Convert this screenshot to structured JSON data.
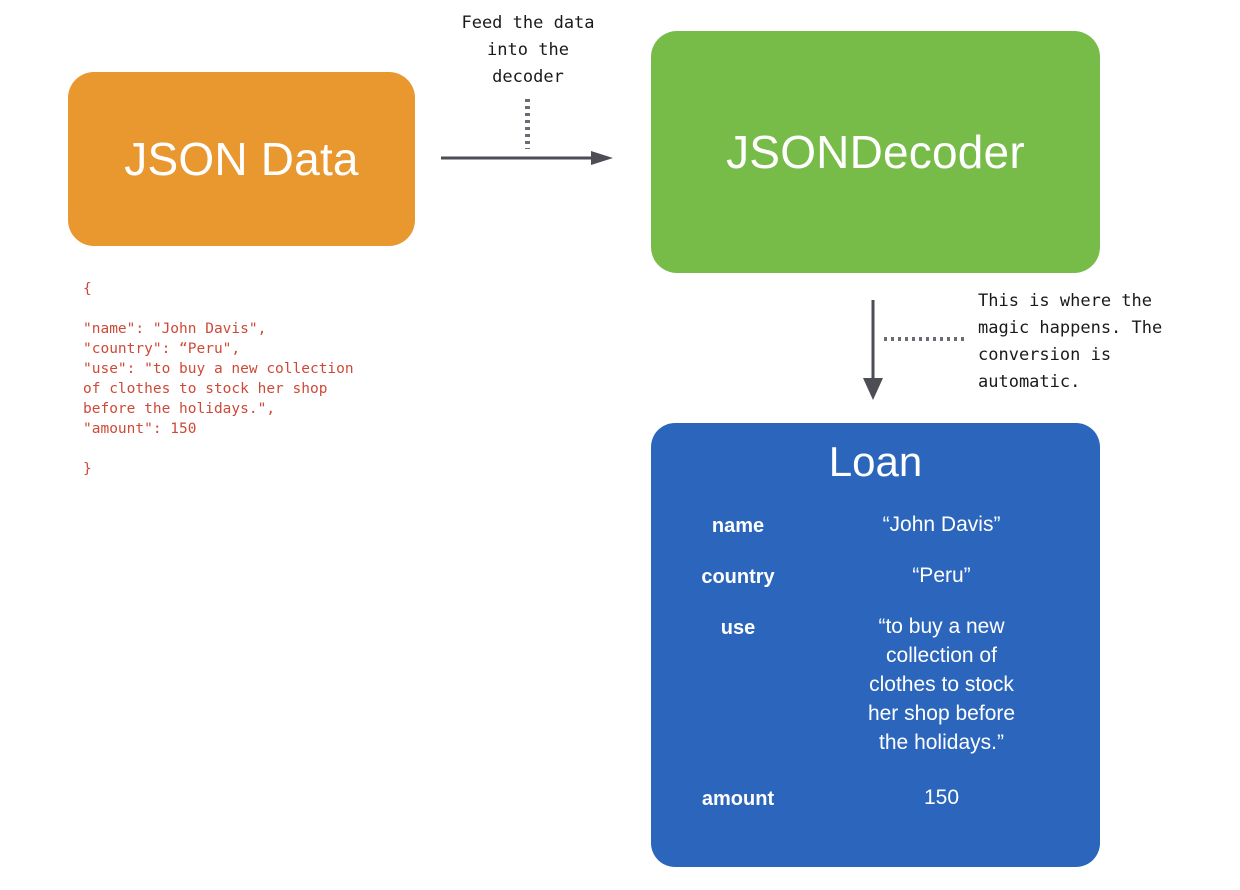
{
  "diagram": {
    "title": "JSON decoding flow",
    "colors": {
      "source_box": "#e8982f",
      "decoder_box": "#77bb48",
      "model_box": "#2b66bc",
      "code_text": "#ce4a38",
      "connector": "#4d4d55",
      "background": "#ffffff"
    },
    "nodes": {
      "source": {
        "label": "JSON Data"
      },
      "decoder": {
        "label": "JSONDecoder"
      },
      "model": {
        "label": "Loan"
      }
    },
    "annotations": {
      "feed": "Feed the data\ninto the\ndecoder",
      "magic": "This is where the\nmagic happens. The\nconversion is\nautomatic."
    },
    "json_source": "{\n\n\"name\": \"John Davis\",\n\"country\": “Peru\",\n\"use\": \"to buy a new collection\nof clothes to stock her shop\nbefore the holidays.\",\n\"amount\": 150\n\n}",
    "model_properties": [
      {
        "key": "name",
        "value_lines": [
          "“John Davis”"
        ]
      },
      {
        "key": "country",
        "value_lines": [
          "“Peru”"
        ]
      },
      {
        "key": "use",
        "value_lines": [
          "“to buy a new",
          "collection of",
          "clothes to stock",
          "her shop before",
          "the holidays.”"
        ]
      },
      {
        "key": "amount",
        "value_lines": [
          "150"
        ]
      }
    ]
  }
}
